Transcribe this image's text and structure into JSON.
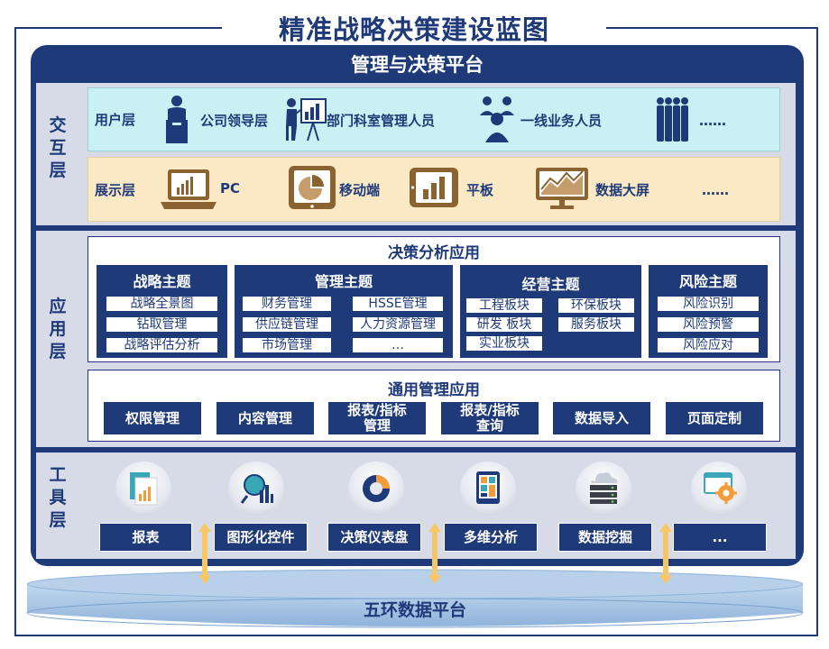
{
  "title": "精准战略决策建设蓝图",
  "platform_title": "管理与决策平台",
  "sections": {
    "interaction": "交\n互\n层",
    "application": "应\n用\n层",
    "tools": "工\n具\n层"
  },
  "user_layer": {
    "label": "用户层",
    "items": [
      "公司领导层",
      "部门科室管理人员",
      "一线业务人员",
      "……"
    ]
  },
  "display_layer": {
    "label": "展示层",
    "items": [
      "PC",
      "移动端",
      "平板",
      "数据大屏",
      "……"
    ]
  },
  "decision_apps": {
    "title": "决策分析应用",
    "topics": [
      {
        "title": "战略主题",
        "items": [
          "战略全景图",
          "钻取管理",
          "战略评估分析"
        ]
      },
      {
        "title": "管理主题",
        "items": [
          "财务管理",
          "HSSE管理",
          "供应链管理",
          "人力资源管理",
          "市场管理",
          "…"
        ]
      },
      {
        "title": "经营主题",
        "items": [
          "工程板块",
          "环保板块",
          "研发 板块",
          "服务板块",
          "实业板块"
        ]
      },
      {
        "title": "风险主题",
        "items": [
          "风险识别",
          "风险预警",
          "风险应对"
        ]
      }
    ]
  },
  "general_apps": {
    "title": "通用管理应用",
    "items": [
      "权限管理",
      "内容管理",
      "报表/指标\n管理",
      "报表/指标\n查询",
      "数据导入",
      "页面定制"
    ]
  },
  "tools": {
    "items": [
      "报表",
      "图形化控件",
      "决策仪表盘",
      "多维分析",
      "数据挖掘",
      "..."
    ],
    "icons": [
      "report-icon",
      "chart-control-icon",
      "dashboard-icon",
      "multidimensional-icon",
      "data-mining-icon",
      "settings-icon"
    ]
  },
  "data_platform": "五环数据平台",
  "colors": {
    "navy": "#1f3a78",
    "user_layer_bg": "#c9f0f2",
    "display_layer_bg": "#fbe9c6",
    "arrow": "#f7c766",
    "data_platform": "#a9c6e6"
  }
}
